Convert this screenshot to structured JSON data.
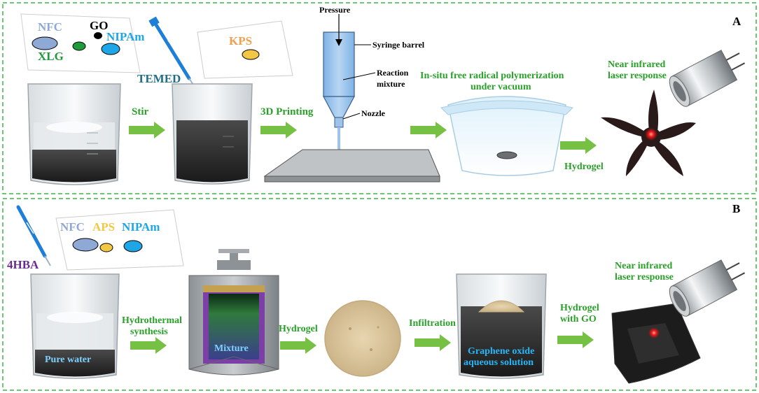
{
  "panels": [
    {
      "id": "A",
      "letter": "A",
      "reagents": {
        "nfc": "NFC",
        "go": "GO",
        "nipam": "NIPAm",
        "xlg": "XLG",
        "kps": "KPS",
        "temed": "TEMED"
      },
      "steps": {
        "stir": "Stir",
        "printing": "3D Printing",
        "hydrogel": "Hydrogel"
      },
      "printer": {
        "pressure": "Pressure",
        "barrel": "Syringe barrel",
        "mixture_l1": "Reaction",
        "mixture_l2": "mixture",
        "nozzle": "Nozzle"
      },
      "polymerization": {
        "line1": "In-situ free radical polymerization",
        "line2": "under vacuum"
      },
      "laser": {
        "line1": "Near infrared",
        "line2": "laser response"
      }
    },
    {
      "id": "B",
      "letter": "B",
      "reagents": {
        "nfc": "NFC",
        "aps": "APS",
        "nipam": "NIPAm",
        "hba": "4HBA"
      },
      "steps": {
        "hydro_l1": "Hydrothermal",
        "hydro_l2": "synthesis",
        "hydrogel": "Hydrogel",
        "infiltration": "Infiltration",
        "withgo_l1": "Hydrogel",
        "withgo_l2": "with GO"
      },
      "labels": {
        "water": "Pure water",
        "mixture": "Mixture",
        "go_l1": "Graphene oxide",
        "go_l2": "aqueous solution"
      },
      "laser": {
        "line1": "Near infrared",
        "line2": "laser response"
      }
    }
  ],
  "colors": {
    "border": "#3cb44a",
    "arrow": "#76c043",
    "step_text": "#2aa02a",
    "nfc": "#8ea9d6",
    "nipam": "#1ea6e6",
    "xlg": "#1f9a3a",
    "kps": "#f0a050",
    "aps": "#f2c743",
    "temed": "#1f6f8b",
    "hba": "#6a2c91",
    "water_text": "#7fd1ff",
    "go_text": "#29b6f6"
  },
  "icons": [
    "pipette-icon",
    "beaker-icon",
    "syringe-icon",
    "bell-jar-icon",
    "laser-device-icon",
    "autoclave-icon",
    "hydrogel-disc-icon",
    "star-hydrogel-icon"
  ]
}
